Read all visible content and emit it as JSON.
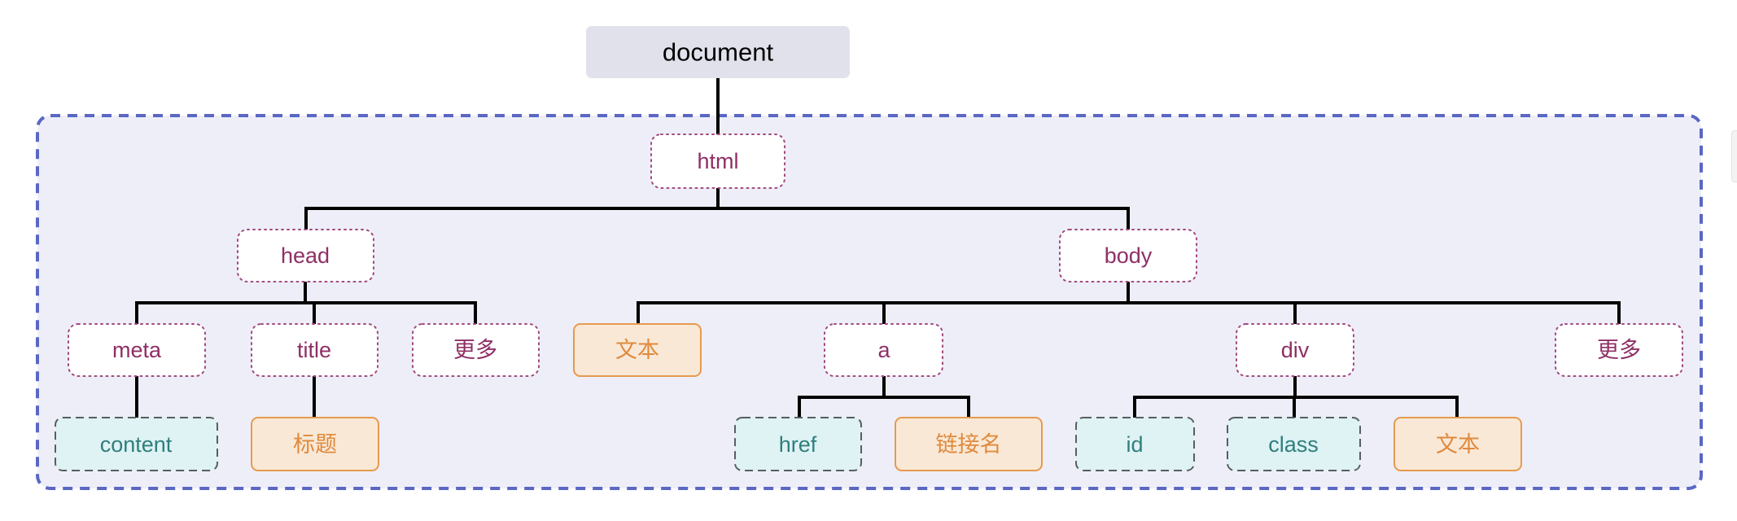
{
  "nodes": {
    "document": "document",
    "html": "html",
    "head": "head",
    "body": "body",
    "meta": "meta",
    "title": "title",
    "head_more": "更多",
    "body_text": "文本",
    "a": "a",
    "div": "div",
    "body_more": "更多",
    "content": "content",
    "title_text": "标题",
    "href": "href",
    "link_name": "链接名",
    "id": "id",
    "class": "class",
    "div_text": "文本"
  },
  "node_types": {
    "root": [
      "document"
    ],
    "element": [
      "html",
      "head",
      "body",
      "meta",
      "title",
      "head_more",
      "a",
      "div",
      "body_more"
    ],
    "attribute": [
      "content",
      "href",
      "id",
      "class"
    ],
    "text": [
      "body_text",
      "title_text",
      "link_name",
      "div_text"
    ]
  },
  "edges": [
    [
      "document",
      "html"
    ],
    [
      "html",
      "head"
    ],
    [
      "html",
      "body"
    ],
    [
      "head",
      "meta"
    ],
    [
      "head",
      "title"
    ],
    [
      "head",
      "head_more"
    ],
    [
      "body",
      "body_text"
    ],
    [
      "body",
      "a"
    ],
    [
      "body",
      "div"
    ],
    [
      "body",
      "body_more"
    ],
    [
      "meta",
      "content"
    ],
    [
      "title",
      "title_text"
    ],
    [
      "a",
      "href"
    ],
    [
      "a",
      "link_name"
    ],
    [
      "div",
      "id"
    ],
    [
      "div",
      "class"
    ],
    [
      "div",
      "div_text"
    ]
  ],
  "colors": {
    "root_fill": "#e1e1ec",
    "element_border": "#a04a7e",
    "element_text": "#8f2f66",
    "attribute_fill": "#dff2f4",
    "attribute_text": "#2f7f7d",
    "text_fill": "#f9e8d6",
    "text_border": "#e69a4e",
    "container_border": "#5a67c4",
    "container_fill": "#eeeef8"
  }
}
